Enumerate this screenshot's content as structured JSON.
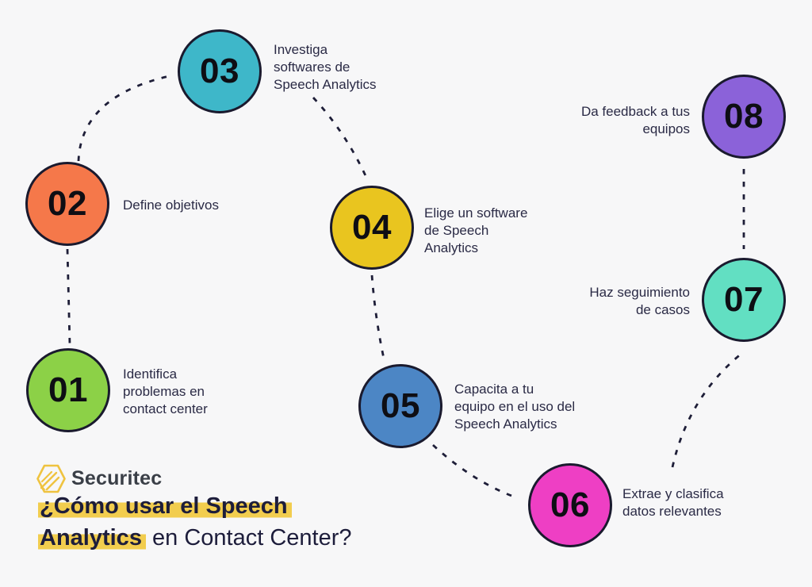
{
  "canvas": {
    "background": "#F7F7F8"
  },
  "logo": {
    "brand": "Securitec",
    "icon": "hexagon-shield-icon",
    "icon_color": "#EFC340",
    "text_color": "#3A3F47"
  },
  "title": {
    "line1": "¿Cómo usar el Speech",
    "line2_highlight": "Analytics",
    "line2_rest": " en Contact Center?",
    "highlight_color": "#F2CD4E",
    "text_color": "#1D1D3B"
  },
  "diagram": {
    "connector_color": "#1E1E38",
    "steps": [
      {
        "number": "01",
        "label": "Identifica\nproblemas en\ncontact center",
        "color": "#8CD147"
      },
      {
        "number": "02",
        "label": "Define objetivos",
        "color": "#F5784A"
      },
      {
        "number": "03",
        "label": "Investiga\nsoftwares de\nSpeech Analytics",
        "color": "#3EB7C9"
      },
      {
        "number": "04",
        "label": "Elige un software\nde Speech\nAnalytics",
        "color": "#E9C51F"
      },
      {
        "number": "05",
        "label": "Capacita a tu\nequipo en el uso del\nSpeech Analytics",
        "color": "#4C86C5"
      },
      {
        "number": "06",
        "label": "Extrae y clasifica\ndatos relevantes",
        "color": "#EE3FC4"
      },
      {
        "number": "07",
        "label": "Haz seguimiento\nde casos",
        "color": "#62DFC2"
      },
      {
        "number": "08",
        "label": "Da feedback a tus\nequipos",
        "color": "#8B62D9"
      }
    ]
  }
}
